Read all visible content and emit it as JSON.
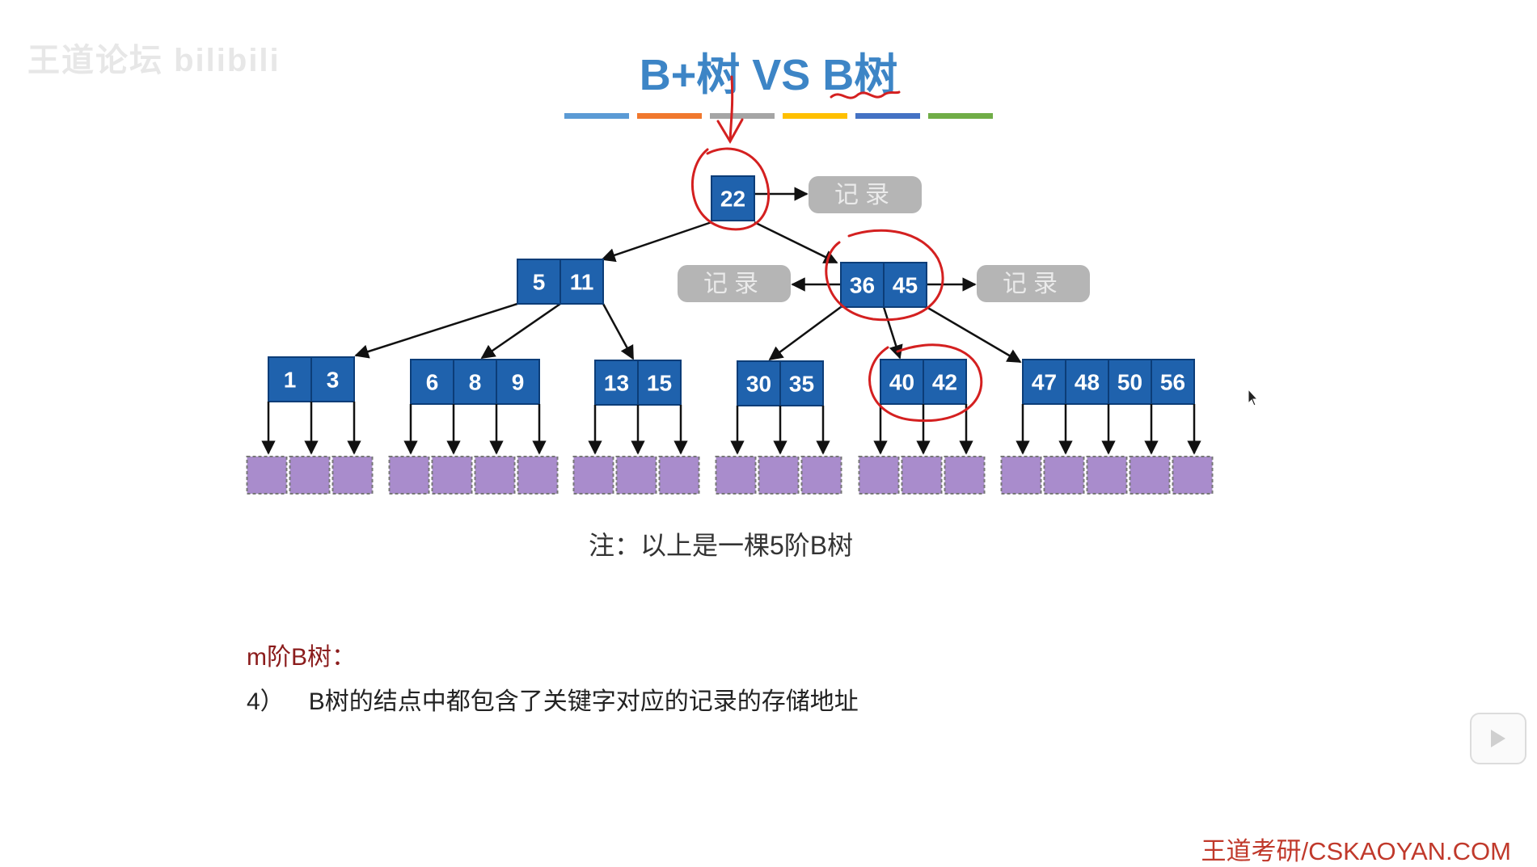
{
  "watermark": "王道论坛 bilibili",
  "title": "B+树 VS B树",
  "colorbar": [
    "#5b9bd5",
    "#f0782d",
    "#a5a5a5",
    "#ffc000",
    "#4472c4",
    "#70ad47"
  ],
  "tree": {
    "root": {
      "keys": [
        "22"
      ],
      "record_label": "记录"
    },
    "level1": [
      {
        "keys": [
          "5",
          "11"
        ]
      },
      {
        "keys": [
          "36",
          "45"
        ],
        "record_labels": [
          "记录",
          "记录"
        ]
      }
    ],
    "leaves": [
      {
        "keys": [
          "1",
          "3"
        ]
      },
      {
        "keys": [
          "6",
          "8",
          "9"
        ]
      },
      {
        "keys": [
          "13",
          "15"
        ]
      },
      {
        "keys": [
          "30",
          "35"
        ]
      },
      {
        "keys": [
          "40",
          "42"
        ]
      },
      {
        "keys": [
          "47",
          "48",
          "50",
          "56"
        ]
      }
    ],
    "node_color": "#1f62ad",
    "null_color": "#a98ccc",
    "record_color": "#b5b5b5",
    "annotation_color": "#d42020"
  },
  "note": "注：以上是一棵5阶B树",
  "section_head": "m阶B树：",
  "point": {
    "num": "4）",
    "text": "B树的结点中都包含了关键字对应的记录的存储地址"
  },
  "footer": "王道考研/CSKAOYAN.COM"
}
